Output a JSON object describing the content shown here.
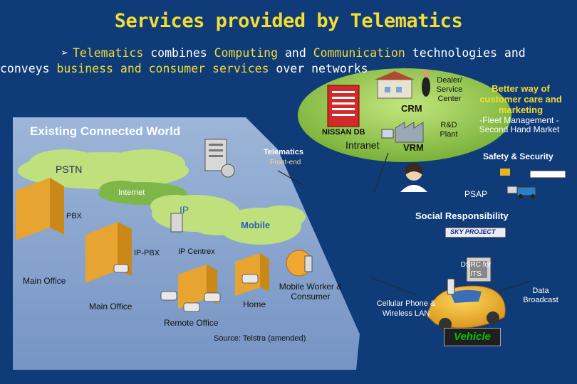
{
  "title": "Services provided by Telematics",
  "bullet": {
    "p1": "Telematics",
    "p2": " combines ",
    "p3": "Computing",
    "p4": " and ",
    "p5": "Communication",
    "p6": " technologies and",
    "p7": "conveys ",
    "p8": "business and consumer services",
    "p9": " over networks"
  },
  "labels": {
    "existing_world": "Existing Connected World",
    "pstn": "PSTN",
    "internet": "Internet",
    "ip": "IP",
    "pbx": "PBX",
    "mobile": "Mobile",
    "ip_pbx": "IP-PBX",
    "ip_centrex": "IP Centrex",
    "main_office_1": "Main Office",
    "main_office_2": "Main Office",
    "remote_office": "Remote Office",
    "home": "Home",
    "mobile_worker": "Mobile Worker & Consumer",
    "source": "Source: Telstra (amended)",
    "telematics": "Telematics",
    "front_end": "Front-end",
    "nissan_db": "NISSAN DB",
    "crm": "CRM",
    "intranet": "Intranet",
    "vrm": "VRM",
    "dealer": "Dealer/ Service Center",
    "rd_plant": "R&D Plant",
    "better_way": "Better way of customer care and marketing",
    "fleet": "-Fleet Management - Second Hand Market",
    "safety": "Safety & Security",
    "psap": "PSAP",
    "social": "Social Responsibility",
    "sky_project": "SKY PROJECT",
    "dsrc": "DSRC for ITS",
    "data_broadcast": "Data Broadcast",
    "cellular": "Cellular Phone & Wireless LAN",
    "vehicle": "Vehicle"
  },
  "colors": {
    "background": "#0f3b78",
    "title": "#f2dd32",
    "left_region": "#8ca7cf",
    "cloud_fill": "#bfe07c",
    "internet_fill": "#7fb64a",
    "telematics_ellipse": "#8dc63f",
    "vehicle_green": "#00c000"
  }
}
